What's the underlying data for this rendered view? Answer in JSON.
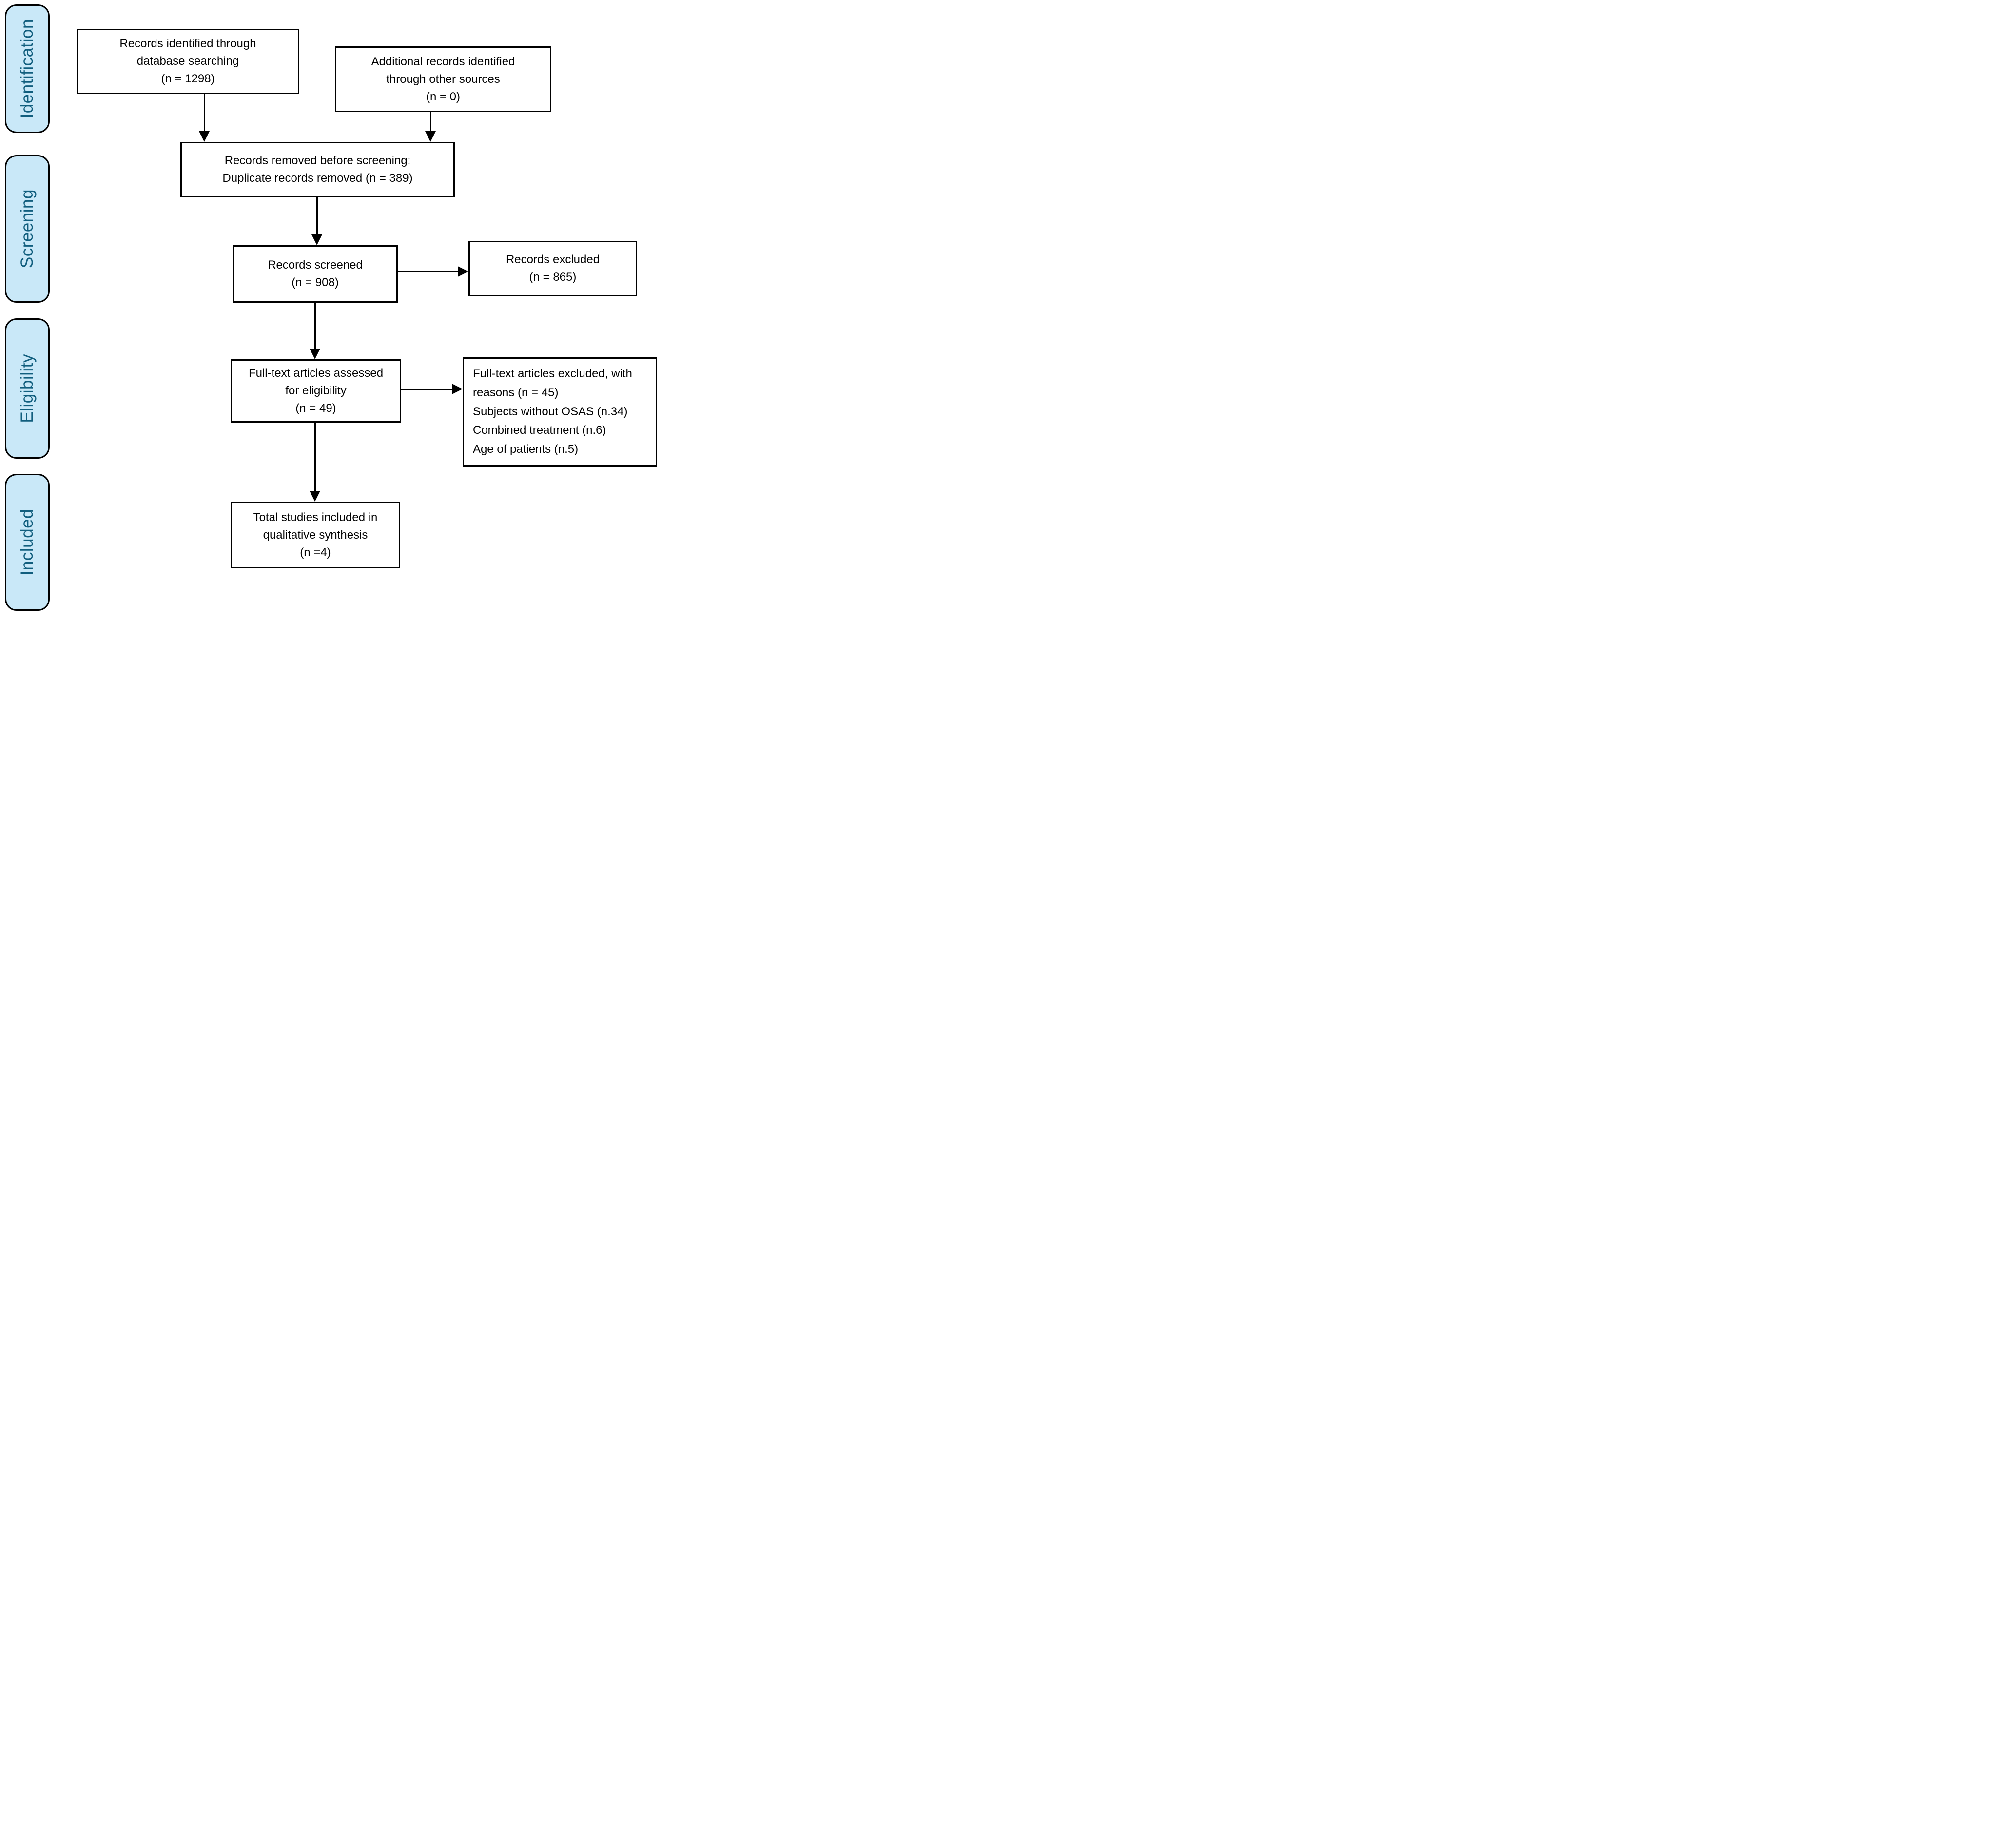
{
  "diagram": {
    "type": "prisma-flow",
    "stages": [
      {
        "label": "Identification"
      },
      {
        "label": "Screening"
      },
      {
        "label": "Eligibility"
      },
      {
        "label": "Included"
      }
    ],
    "boxes": {
      "records_identified": {
        "text": "Records identified through\ndatabase searching\n(n = 1298)",
        "n": 1298
      },
      "additional_records": {
        "text": "Additional records identified\nthrough other sources\n(n = 0)",
        "n": 0
      },
      "records_removed": {
        "text": "Records removed before screening:\nDuplicate records removed (n = 389)",
        "n_duplicates_removed": 389
      },
      "records_screened": {
        "text": "Records screened\n(n = 908)",
        "n": 908
      },
      "records_excluded": {
        "text": "Records excluded\n(n = 865)",
        "n": 865
      },
      "fulltext_assessed": {
        "text": "Full-text articles assessed\nfor eligibility\n(n = 49)",
        "n": 49
      },
      "fulltext_excluded": {
        "text": "Full-text articles excluded, with\nreasons (n = 45)\nSubjects without OSAS (n.34)\nCombined treatment (n.6)\nAge of patients (n.5)",
        "n": 45,
        "reasons": [
          {
            "label": "Subjects without OSAS",
            "n": 34
          },
          {
            "label": "Combined treatment",
            "n": 6
          },
          {
            "label": "Age of patients",
            "n": 5
          }
        ]
      },
      "total_included": {
        "text": "Total studies included in\nqualitative synthesis\n(n =4)",
        "n": 4
      }
    },
    "colors": {
      "sidebar_fill": "#c9e8f8",
      "sidebar_text": "#115e7e",
      "box_fill": "#ffffff",
      "border": "#000000",
      "arrow": "#000000"
    }
  }
}
